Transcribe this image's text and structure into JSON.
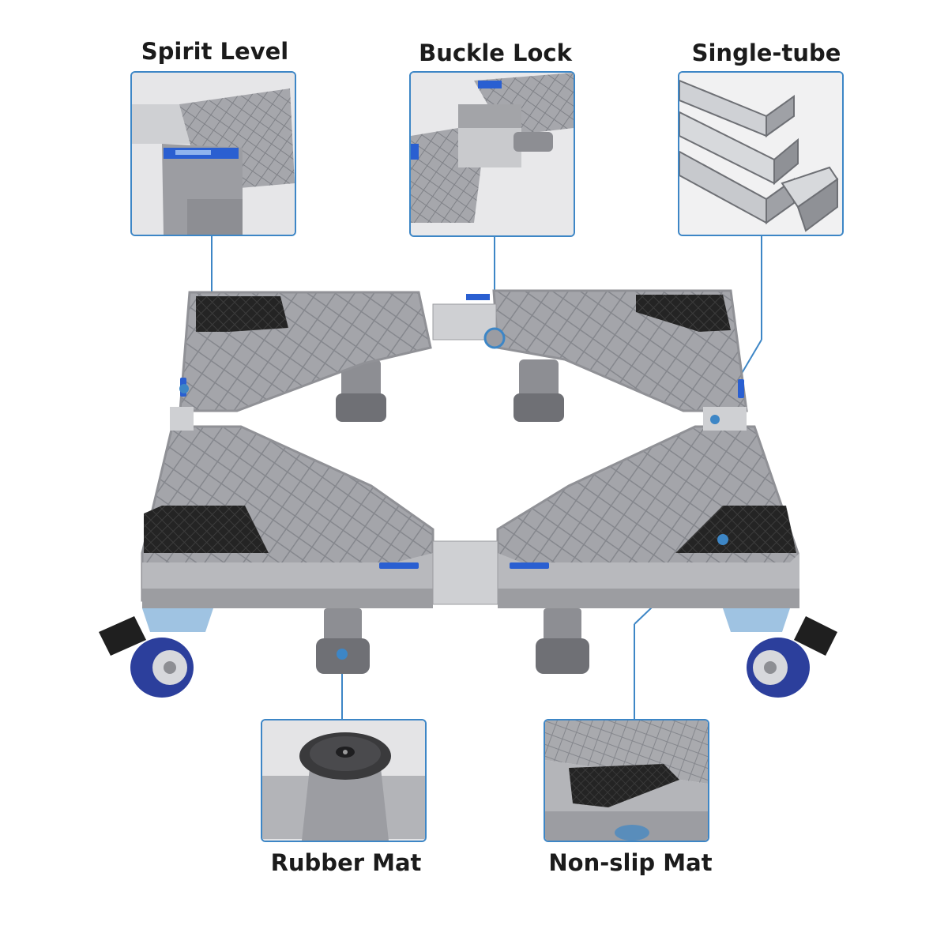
{
  "labels": {
    "spirit_level": "Spirit Level",
    "buckle_lock": "Buckle Lock",
    "single_tube": "Single-tube",
    "rubber_mat": "Rubber Mat",
    "non_slip_mat": "Non-slip Mat"
  },
  "colors": {
    "accent": "#3d86c6",
    "frame": "#a9aaae",
    "mat": "#2a2a2a",
    "wheel": "#2c3f9c",
    "level": "#2a5fd1"
  }
}
